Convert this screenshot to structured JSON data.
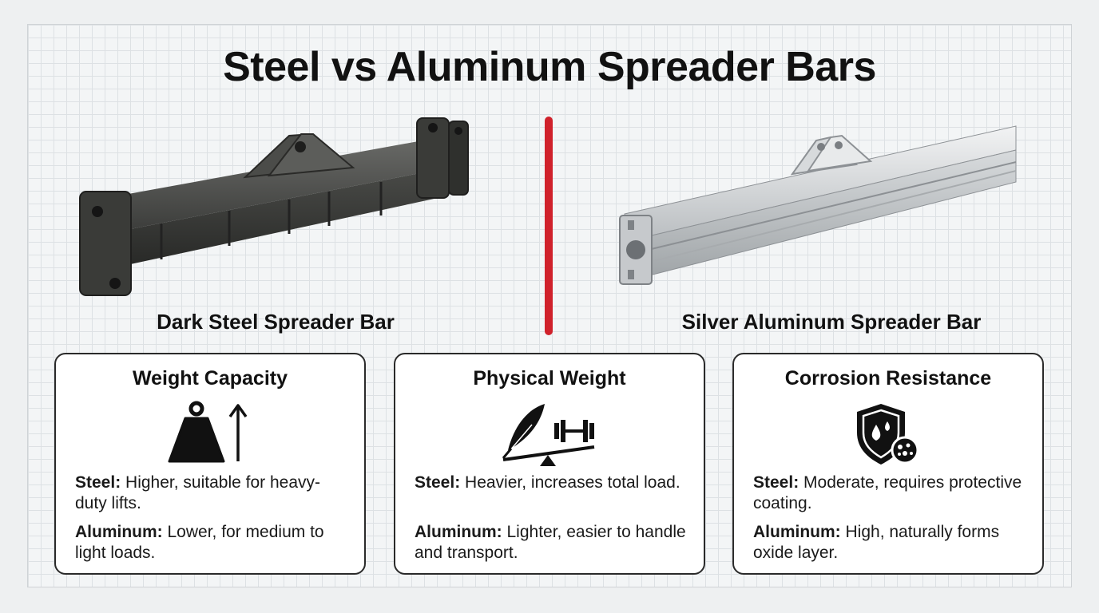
{
  "title": "Steel vs Aluminum Spreader Bars",
  "left_bar": {
    "label": "Dark Steel Spreader Bar",
    "color": "#3b3c3a"
  },
  "right_bar": {
    "label": "Silver Aluminum Spreader Bar",
    "color": "#c8cbcd"
  },
  "divider_color": "#d0212b",
  "cards": [
    {
      "title": "Weight Capacity",
      "icon": "weight-up-arrow-icon",
      "steel_label": "Steel:",
      "steel_text": "Higher, suitable for heavy-duty lifts.",
      "aluminum_label": "Aluminum:",
      "aluminum_text": "Lower, for medium to light loads."
    },
    {
      "title": "Physical Weight",
      "icon": "feather-dumbbell-scale-icon",
      "steel_label": "Steel:",
      "steel_text": "Heavier, increases total load.",
      "aluminum_label": "Aluminum:",
      "aluminum_text": "Lighter, easier to handle and transport."
    },
    {
      "title": "Corrosion Resistance",
      "icon": "shield-droplet-icon",
      "steel_label": "Steel:",
      "steel_text": "Moderate, requires protective coating.",
      "aluminum_label": "Aluminum:",
      "aluminum_text": "High, naturally forms oxide layer."
    }
  ]
}
